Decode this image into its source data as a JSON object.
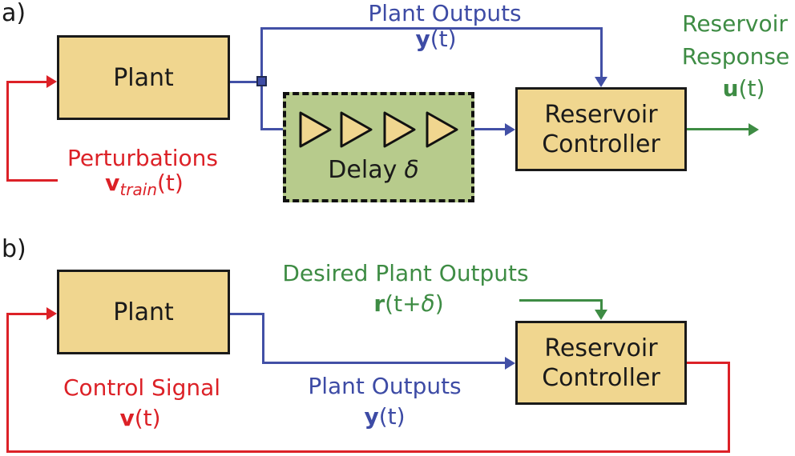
{
  "colors": {
    "red": "#dc2127",
    "blue": "#4250a6",
    "green": "#3e8c44",
    "box_fill": "#f0d68f",
    "box_border": "#1a1a1a",
    "delay_fill": "#b7cb8c"
  },
  "diagram_a": {
    "label": "a)",
    "plant_box": {
      "label": "Plant"
    },
    "plant_outputs": {
      "label": "Plant Outputs",
      "symbol_bold": "y",
      "symbol_rest": "(t)"
    },
    "perturbations": {
      "label": "Perturbations",
      "symbol_bold": "v",
      "symbol_sub": "train",
      "symbol_rest": "(t)"
    },
    "delay_box": {
      "label": "Delay",
      "symbol_italic": "δ"
    },
    "reservoir_box": {
      "line1": "Reservoir",
      "line2": "Controller"
    },
    "reservoir_response": {
      "line1": "Reservoir",
      "line2": "Response",
      "symbol_bold": "u",
      "symbol_rest": "(t)"
    }
  },
  "diagram_b": {
    "label": "b)",
    "plant_box": {
      "label": "Plant"
    },
    "desired_outputs": {
      "label": "Desired Plant Outputs",
      "symbol_bold": "r",
      "symbol_pre": "(t+",
      "symbol_italic": "δ",
      "symbol_post": ")"
    },
    "control_signal": {
      "label": "Control Signal",
      "symbol_bold": "v",
      "symbol_rest": "(t)"
    },
    "plant_outputs": {
      "label": "Plant Outputs",
      "symbol_bold": "y",
      "symbol_rest": "(t)"
    },
    "reservoir_box": {
      "line1": "Reservoir",
      "line2": "Controller"
    }
  }
}
